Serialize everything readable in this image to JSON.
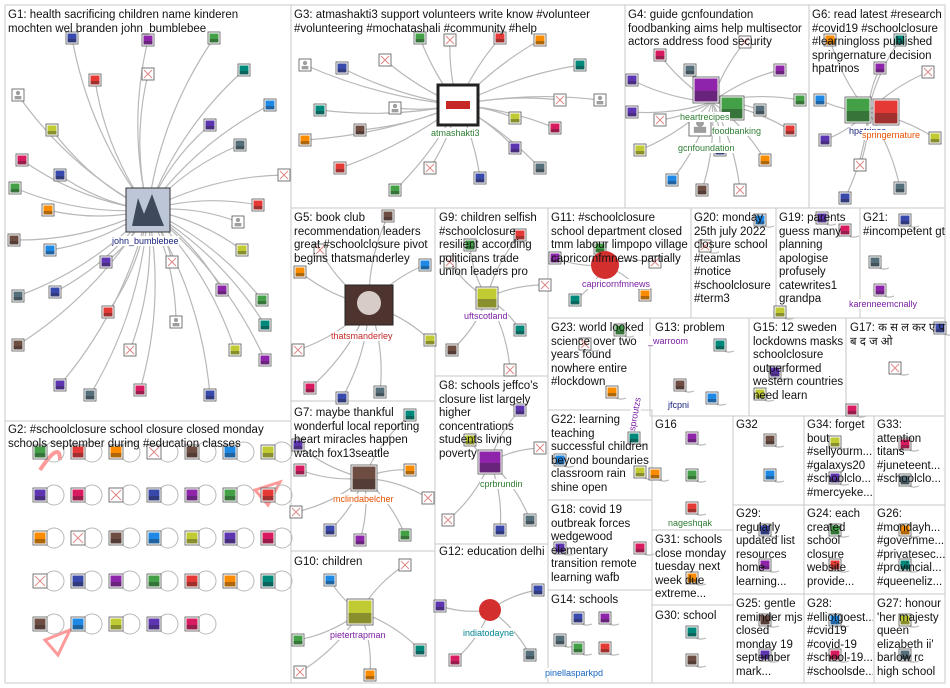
{
  "colors": {
    "border": "#c8c8c8",
    "edge": "#b8b8b8",
    "reply_edge": "#ff9a9a",
    "accent_navy": "#1a237e",
    "accent_green": "#2e7d32",
    "accent_red": "#c62828",
    "accent_purple": "#7b1fa2",
    "accent_orange": "#e65100",
    "accent_teal": "#00838f",
    "accent_blue": "#1565c0",
    "accent_magenta": "#ad1457"
  },
  "groups": [
    {
      "id": "G1",
      "label": "G1: health sacrificing children name kinderen mochten wel branden john_bumblebee"
    },
    {
      "id": "G2",
      "label": "G2: #schoolclosure school closure closed monday schools september during #education classes"
    },
    {
      "id": "G3",
      "label": "G3: atmashakti3 support volunteers write know #volunteer #volunteering #mochatashali #community #help"
    },
    {
      "id": "G4",
      "label": "G4: guide gcnfoundation foodbanking aims help multisector actors address food security"
    },
    {
      "id": "G5",
      "label": "G5: book club recommendation leaders great #schoolclosure pivot begins thatsmanderley"
    },
    {
      "id": "G6",
      "label": "G6: read latest #research #covid19 #schoolclosure #learningloss published springernature decision hpatrinos"
    },
    {
      "id": "G7",
      "label": "G7: maybe thankful wonderful local reporting heart miracles happen watch fox13seattle"
    },
    {
      "id": "G8",
      "label": "G8: schools jeffco's closure list largely higher concentrations students living poverty"
    },
    {
      "id": "G9",
      "label": "G9: children selfish #schoolclosure resilient according politicians trade union leaders pro"
    },
    {
      "id": "G10",
      "label": "G10: children"
    },
    {
      "id": "G11",
      "label": "G11: #schoolclosure school department closed tmm labour limpopo village capricornfmnews partially"
    },
    {
      "id": "G12",
      "label": "G12: education delhi"
    },
    {
      "id": "G13",
      "label": "G13: problem"
    },
    {
      "id": "G14",
      "label": "G14: schools"
    },
    {
      "id": "G15",
      "label": "G15: 12 sweden lockdowns masks schoolclosure outperformed western countries need learn"
    },
    {
      "id": "G16",
      "label": "G16"
    },
    {
      "id": "G17",
      "label": "G17: क स ल कर ए प ब द ज ओ"
    },
    {
      "id": "G18",
      "label": "G18: covid 19 outbreak forces wedgewood elementary transition remote learning wafb"
    },
    {
      "id": "G19",
      "label": "G19: parents guess many planning apologise profusely catewrites1 grandpa"
    },
    {
      "id": "G20",
      "label": "G20: monday 25th july 2022 closure school #teamlas #notice #schoolclosure #term3"
    },
    {
      "id": "G21",
      "label": "G21: #incompetent gt"
    },
    {
      "id": "G22",
      "label": "G22: learning teaching successful children beyond boundaries classroom rain shine open"
    },
    {
      "id": "G23",
      "label": "G23: world looked science over two years found nowhere entire #lockdown"
    },
    {
      "id": "G24",
      "label": "G24: each created school closure website provide..."
    },
    {
      "id": "G25",
      "label": "G25: gentle reminder mjs closed monday 19 september mark..."
    },
    {
      "id": "G26",
      "label": "G26: #mondayh... #governme... #privatesec... #provincial... #queeneliz..."
    },
    {
      "id": "G27",
      "label": "G27: honour 'her majesty queen elizabeth ii' barlow rc high school"
    },
    {
      "id": "G28",
      "label": "G28: #elliotgoest... #cvid19 #covid-19 #school-19... #schoolsde..."
    },
    {
      "id": "G29",
      "label": "G29: regularly updated list resources home learning..."
    },
    {
      "id": "G30",
      "label": "G30: school"
    },
    {
      "id": "G31",
      "label": "G31: schools close monday tuesday next week due extreme..."
    },
    {
      "id": "G32",
      "label": "G32"
    },
    {
      "id": "G33",
      "label": "G33: attention titans #juneteent... #schoolclo..."
    },
    {
      "id": "G34",
      "label": "G34: forget bout #sellyourm... #galaxys20 #schoolclo... #mercyeke..."
    }
  ],
  "nodes": [
    {
      "id": "john_bumblebee",
      "label": "john_bumblebee",
      "color": "#1a237e"
    },
    {
      "id": "atmashakti3",
      "label": "atmashakti3",
      "color": "#2e7d32"
    },
    {
      "id": "heartrecipes",
      "label": "heartrecipes",
      "color": "#2e7d32"
    },
    {
      "id": "foodbanking",
      "label": "foodbanking",
      "color": "#2e7d32"
    },
    {
      "id": "gcnfoundation",
      "label": "gcnfoundation",
      "color": "#2e7d32"
    },
    {
      "id": "hpatrinos",
      "label": "hpatrinos",
      "color": "#1a237e"
    },
    {
      "id": "springernature",
      "label": "springernature",
      "color": "#e65100"
    },
    {
      "id": "thatsmanderley",
      "label": "thatsmanderley",
      "color": "#c62828"
    },
    {
      "id": "uftscotland",
      "label": "uftscotland",
      "color": "#7b1fa2"
    },
    {
      "id": "capricornfmnews",
      "label": "capricornfmnews",
      "color": "#7b1fa2"
    },
    {
      "id": "warroom",
      "label": "_warroom",
      "color": "#7b1fa2"
    },
    {
      "id": "karenneemcnally",
      "label": "karenneemcnally",
      "color": "#7b1fa2"
    },
    {
      "id": "jfcpni",
      "label": "jfcpni",
      "color": "#1a237e"
    },
    {
      "id": "sproutzs",
      "label": "sproutzs",
      "color": "#7b1fa2"
    },
    {
      "id": "mclindabelcher",
      "label": "mclindabelcher",
      "color": "#e65100"
    },
    {
      "id": "cprbrundin",
      "label": "cprbrundin",
      "color": "#2e7d32"
    },
    {
      "id": "nageshqak",
      "label": "nageshqak",
      "color": "#2e7d32"
    },
    {
      "id": "pietertrapman",
      "label": "pietertrapman",
      "color": "#7b1fa2"
    },
    {
      "id": "indiatodayne",
      "label": "indiatodayne",
      "color": "#00838f"
    },
    {
      "id": "pinellasparkpd",
      "label": "pinellasparkpd",
      "color": "#1565c0"
    }
  ]
}
